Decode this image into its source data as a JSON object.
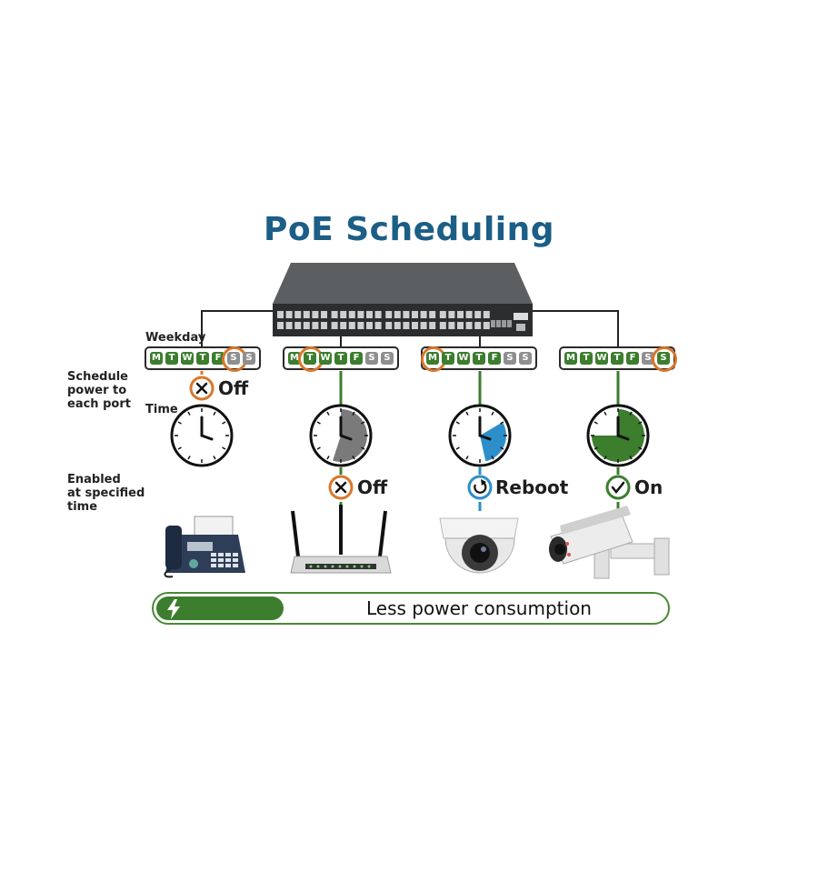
{
  "title": "PoE Scheduling",
  "labels": {
    "weekday": "Weekday",
    "schedule": [
      "Schedule",
      "power to",
      "each port"
    ],
    "time": "Time",
    "enabled": [
      "Enabled",
      "at specified",
      "time"
    ]
  },
  "ports": [
    {
      "days": [
        "M",
        "T",
        "W",
        "T",
        "F",
        "S",
        "S"
      ],
      "day_states": [
        1,
        1,
        1,
        1,
        1,
        0,
        0
      ],
      "selected_day": 5,
      "status_top": "Off",
      "status_bottom": "",
      "clock_fill_fraction": 0,
      "clock_color": "#7a7a7a",
      "device": "fax-machine-icon"
    },
    {
      "days": [
        "M",
        "T",
        "W",
        "T",
        "F",
        "S",
        "S"
      ],
      "day_states": [
        1,
        1,
        1,
        1,
        1,
        0,
        0
      ],
      "selected_day": 1,
      "status_top": "",
      "status_bottom": "Off",
      "clock_fill_fraction": 0.55,
      "clock_color": "#7a7a7a",
      "device": "wifi-router-icon"
    },
    {
      "days": [
        "M",
        "T",
        "W",
        "T",
        "F",
        "S",
        "S"
      ],
      "day_states": [
        1,
        1,
        1,
        1,
        1,
        0,
        0
      ],
      "selected_day": 0,
      "status_top": "",
      "status_bottom": "Reboot",
      "clock_fill_fraction": 0.3,
      "clock_color": "#2c8fc9",
      "device": "dome-camera-icon"
    },
    {
      "days": [
        "M",
        "T",
        "W",
        "T",
        "F",
        "S",
        "S"
      ],
      "day_states": [
        1,
        1,
        1,
        1,
        1,
        0,
        1
      ],
      "selected_day": 6,
      "status_top": "",
      "status_bottom": "On",
      "clock_fill_fraction": 0.75,
      "clock_color": "#3c7d2e",
      "device": "bullet-camera-icon"
    }
  ],
  "saving": {
    "label": "Less power consumption",
    "level": 0.25,
    "icon": "lightning-icon"
  },
  "colors": {
    "title": "#1b5e86",
    "green": "#3c7d2e",
    "orange": "#d9772b",
    "blue": "#2c8fc9",
    "gray": "#8f8f8f"
  }
}
